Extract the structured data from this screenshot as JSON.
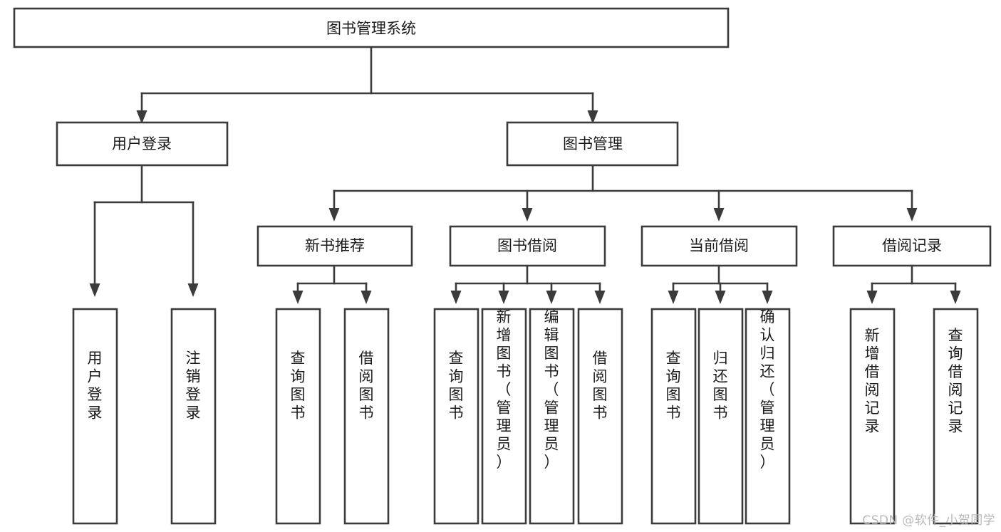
{
  "diagram": {
    "type": "tree",
    "title": "图书管理系统",
    "orientation": "top-down",
    "colors": {
      "box_fill": "#ffffff",
      "box_stroke": "#3b3b3b",
      "connector": "#3b3b3b",
      "text": "#1a1a1a",
      "watermark": "#b9b9b9"
    },
    "root": {
      "label": "图书管理系统"
    },
    "level2": [
      {
        "label": "用户登录"
      },
      {
        "label": "图书管理"
      }
    ],
    "level3": [
      {
        "label": "新书推荐"
      },
      {
        "label": "图书借阅"
      },
      {
        "label": "当前借阅"
      },
      {
        "label": "借阅记录"
      }
    ],
    "leaves": {
      "user_login": [
        {
          "label": "用户登录"
        },
        {
          "label": "注销登录"
        }
      ],
      "new_book_recommend": [
        {
          "label": "查询图书"
        },
        {
          "label": "借阅图书"
        }
      ],
      "book_borrow": [
        {
          "label": "查询图书"
        },
        {
          "label": "新增图书（管理员）"
        },
        {
          "label": "编辑图书（管理员）"
        },
        {
          "label": "借阅图书"
        }
      ],
      "current_borrow": [
        {
          "label": "查询图书"
        },
        {
          "label": "归还图书"
        },
        {
          "label": "确认归还（管理员）"
        }
      ],
      "borrow_record": [
        {
          "label": "新增借阅记录"
        },
        {
          "label": "查询借阅记录"
        }
      ]
    }
  },
  "watermark": {
    "text": "CSDN @软件_小贺同学"
  }
}
